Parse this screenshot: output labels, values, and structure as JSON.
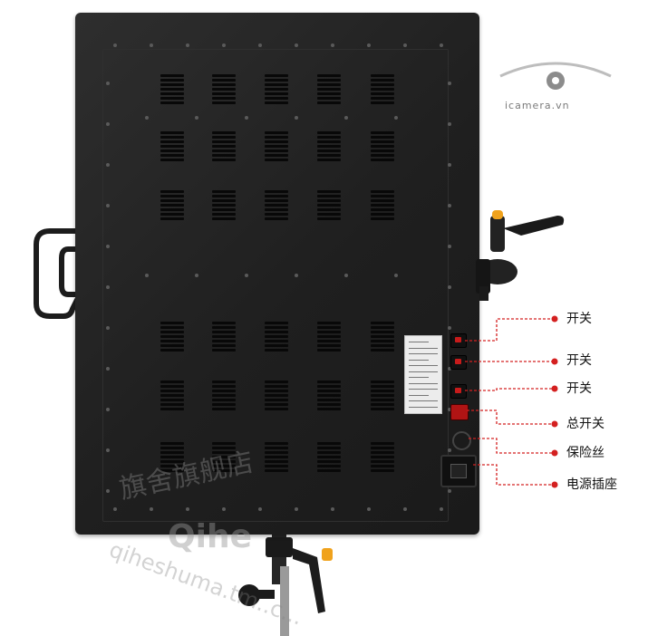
{
  "logo": {
    "text": "icamera.vn",
    "colors": {
      "mark": "#8c8c8c",
      "arc": "#bdbdbd"
    }
  },
  "watermark": {
    "chinese": "旗舍旗舰店",
    "brand": "Qihe",
    "url": "qiheshuma.tm..c..."
  },
  "callouts": [
    {
      "label": "开关"
    },
    {
      "label": "开关"
    },
    {
      "label": "开关"
    },
    {
      "label": "总开关"
    },
    {
      "label": "保险丝"
    },
    {
      "label": "电源插座"
    }
  ],
  "colors": {
    "callout_line": "#d42020",
    "panel": "#262626",
    "knob_accent": "#f0a21c"
  }
}
